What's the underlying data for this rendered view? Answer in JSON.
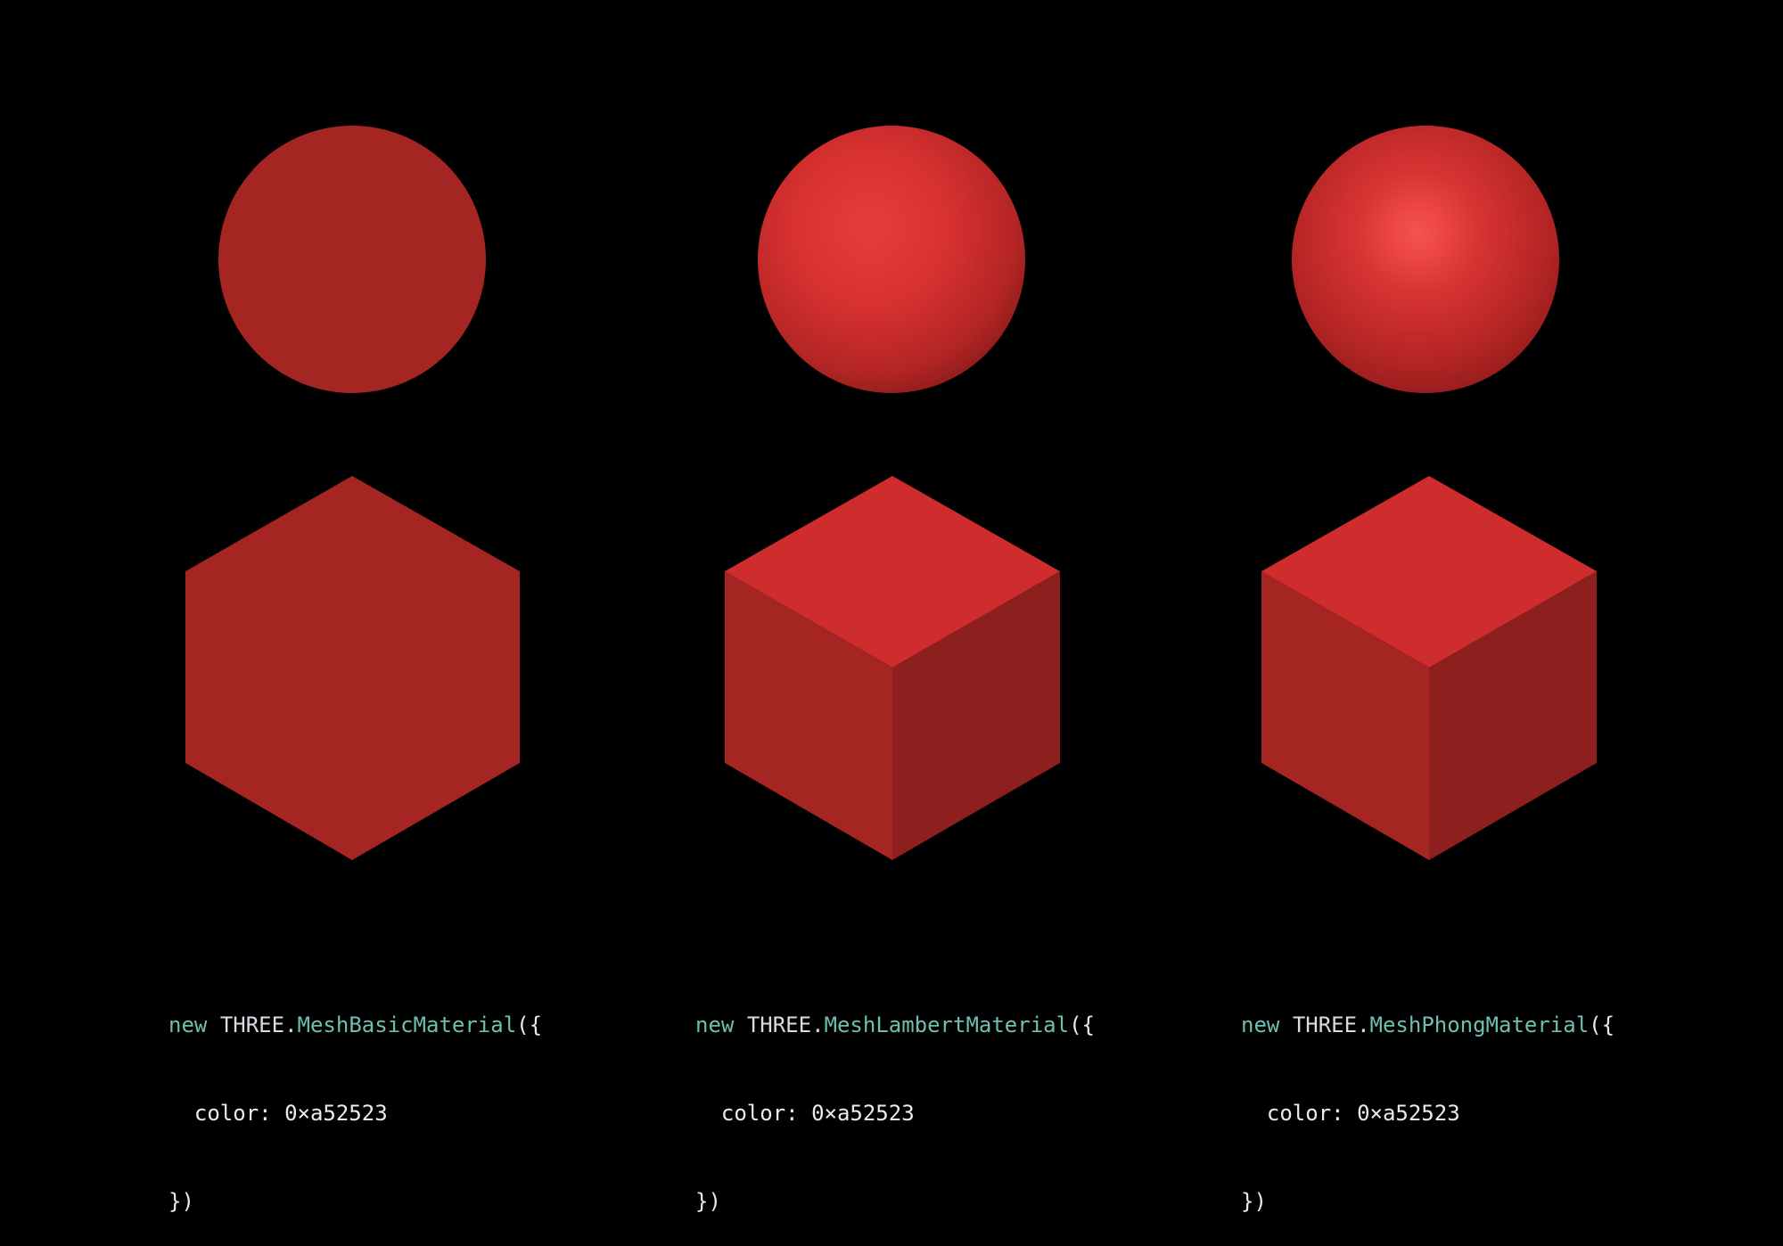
{
  "colors": {
    "background": "#000000",
    "material_color": "#a52523",
    "keyword": "#6fbfb0",
    "code_text": "#e9ecef"
  },
  "examples": [
    {
      "material": "MeshBasicMaterial",
      "shading": "flat",
      "code": {
        "new_kw": "new",
        "namespace": "THREE",
        "dot": ".",
        "class_name": "MeshBasicMaterial",
        "open": "({",
        "indent": "  ",
        "prop_key": "color",
        "colon": ": ",
        "prop_value": "0×a52523",
        "close": "})"
      }
    },
    {
      "material": "MeshLambertMaterial",
      "shading": "diffuse",
      "code": {
        "new_kw": "new",
        "namespace": "THREE",
        "dot": ".",
        "class_name": "MeshLambertMaterial",
        "open": "({",
        "indent": "  ",
        "prop_key": "color",
        "colon": ": ",
        "prop_value": "0×a52523",
        "close": "})"
      }
    },
    {
      "material": "MeshPhongMaterial",
      "shading": "specular",
      "code": {
        "new_kw": "new",
        "namespace": "THREE",
        "dot": ".",
        "class_name": "MeshPhongMaterial",
        "open": "({",
        "indent": "  ",
        "prop_key": "color",
        "colon": ": ",
        "prop_value": "0×a52523",
        "close": "})"
      }
    }
  ]
}
